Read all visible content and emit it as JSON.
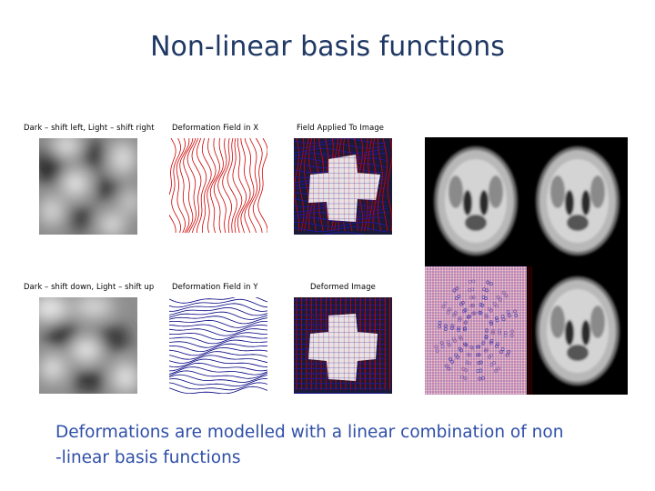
{
  "slide": {
    "title": "Non-linear basis functions",
    "body_line1": "Deformations are modelled with a linear combination of non",
    "body_line2": "-linear basis functions"
  },
  "figures": {
    "caption_shift_x": "Dark – shift left, Light – shift right",
    "caption_field_x": "Deformation Field in X",
    "caption_field_applied": "Field Applied To  Image",
    "caption_shift_y": "Dark – shift down, Light – shift up",
    "caption_field_y": "Deformation Field in Y",
    "caption_deformed": "Deformed Image"
  },
  "colors": {
    "title": "#1f3864",
    "body": "#2f4fa8",
    "field_x_lines": "#cc0000",
    "field_y_lines": "#000080",
    "grid_red": "#cc0000",
    "grid_blue": "#1a1aa0"
  }
}
